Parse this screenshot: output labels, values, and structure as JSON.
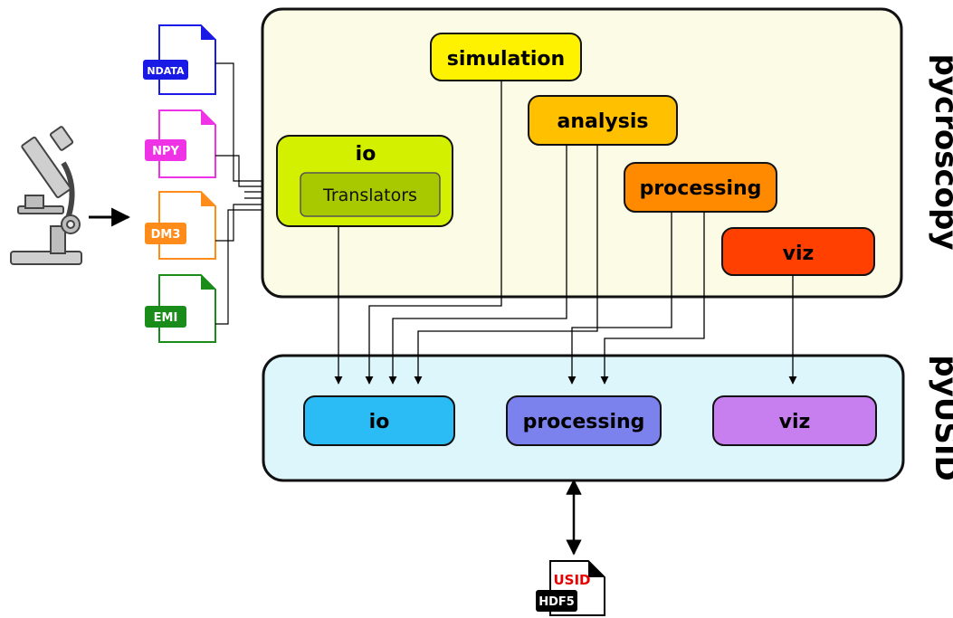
{
  "colors": {
    "pycroscopy_bg": "#fcfbe6",
    "pyusid_bg": "#dcf6fb",
    "simulation": "#fff200",
    "analysis": "#ffc000",
    "processing_pycro": "#ff8a00",
    "viz_pycro": "#ff4000",
    "io_pycro": "#d2f000",
    "translators": "#a8c800",
    "io_pyusid": "#2bbcf5",
    "processing_pyusid": "#7b82ee",
    "viz_pyusid": "#c77ff0",
    "ndata": "#1a1ae6",
    "npy": "#f032e6",
    "dm3": "#ff8c1a",
    "emi": "#1a8c1a",
    "usid": "#e60000",
    "hdf5": "#000000"
  },
  "files": [
    {
      "id": "ndata",
      "label": "NDATA"
    },
    {
      "id": "npy",
      "label": "NPY"
    },
    {
      "id": "dm3",
      "label": "DM3"
    },
    {
      "id": "emi",
      "label": "EMI"
    }
  ],
  "pycroscopy": {
    "title": "pycroscopy",
    "io": "io",
    "translators": "Translators",
    "simulation": "simulation",
    "analysis": "analysis",
    "processing": "processing",
    "viz": "viz"
  },
  "pyusid": {
    "title": "pyUSID",
    "io": "io",
    "processing": "processing",
    "viz": "viz"
  },
  "output_file": {
    "top_label": "USID",
    "bottom_label": "HDF5"
  }
}
